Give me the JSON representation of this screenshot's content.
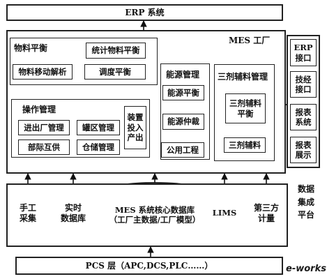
{
  "erp_system": "ERP 系统",
  "mes_factory": "MES 工厂",
  "material_balance": {
    "title": "物料平衡",
    "stat": "统计物料平衡",
    "move_analysis": "物料移动解析",
    "dispatch": "调度平衡"
  },
  "operation_mgmt": {
    "title": "操作管理",
    "in_out": "进出厂管理",
    "tank_area": "罐区管理",
    "inter_dept": "部际互供",
    "storage": "仓储管理",
    "device_io": "装置\n投入\n产出"
  },
  "energy_mgmt": {
    "title": "能源管理",
    "balance": "能源平衡",
    "arbitration": "能源仲裁",
    "utility": "公用工程"
  },
  "chemicals_mgmt": {
    "title": "三剂辅料管理",
    "balance": "三剂辅料\n平衡",
    "chem": "三剂辅料"
  },
  "interfaces": {
    "erp": "ERP\n接口",
    "tech": "技经\n接口",
    "report_sys": "报表\n系统",
    "report_show": "报表\n展示"
  },
  "data_sources": {
    "manual": "手工\n采集",
    "realtime": "实时\n数据库",
    "core_db": "MES 系统核心数据库\n（工厂主数据/工厂模型）",
    "lims": "LIMS",
    "third_party": "第三方\n计量"
  },
  "data_platform": "数据\n集成\n平台",
  "pcs_layer": "PCS 层（APC,DCS,PLC……）",
  "watermark": "e-works"
}
